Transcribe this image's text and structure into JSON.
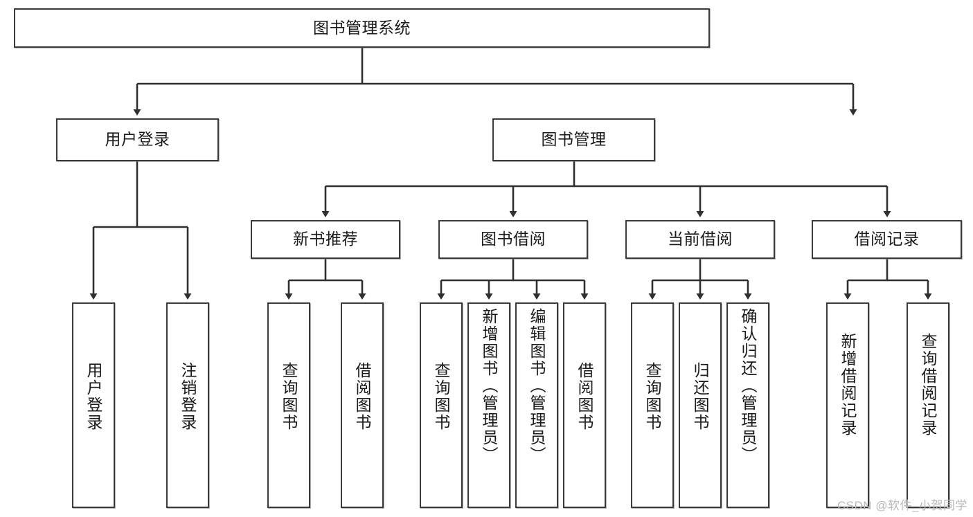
{
  "diagram": {
    "title": "图书管理系统",
    "type": "tree-hierarchy-diagram",
    "colors": {
      "node_border": "#3a3a3a",
      "node_fill": "#ffffff",
      "edge": "#2f2f2f",
      "text": "#1a1a1a",
      "watermark": "#b9b9b9"
    },
    "root": {
      "label": "图书管理系统"
    },
    "level2": [
      {
        "label": "用户登录"
      },
      {
        "label": "图书管理"
      }
    ],
    "level3": [
      {
        "label": "新书推荐"
      },
      {
        "label": "图书借阅"
      },
      {
        "label": "当前借阅"
      },
      {
        "label": "借阅记录"
      }
    ],
    "leaves": {
      "user_login": [
        {
          "label": "用户登录"
        },
        {
          "label": "注销登录"
        }
      ],
      "new_book_recommend": [
        {
          "label": "查询图书"
        },
        {
          "label": "借阅图书"
        }
      ],
      "book_borrow": [
        {
          "label": "查询图书"
        },
        {
          "label": "新增图书（管理员）"
        },
        {
          "label": "编辑图书（管理员）"
        },
        {
          "label": "借阅图书"
        }
      ],
      "current_borrow": [
        {
          "label": "查询图书"
        },
        {
          "label": "归还图书"
        },
        {
          "label": "确认归还（管理员）"
        }
      ],
      "borrow_record": [
        {
          "label": "新增借阅记录"
        },
        {
          "label": "查询借阅记录"
        }
      ]
    }
  },
  "watermark": {
    "text": "CSDN @软件_小贺同学"
  }
}
